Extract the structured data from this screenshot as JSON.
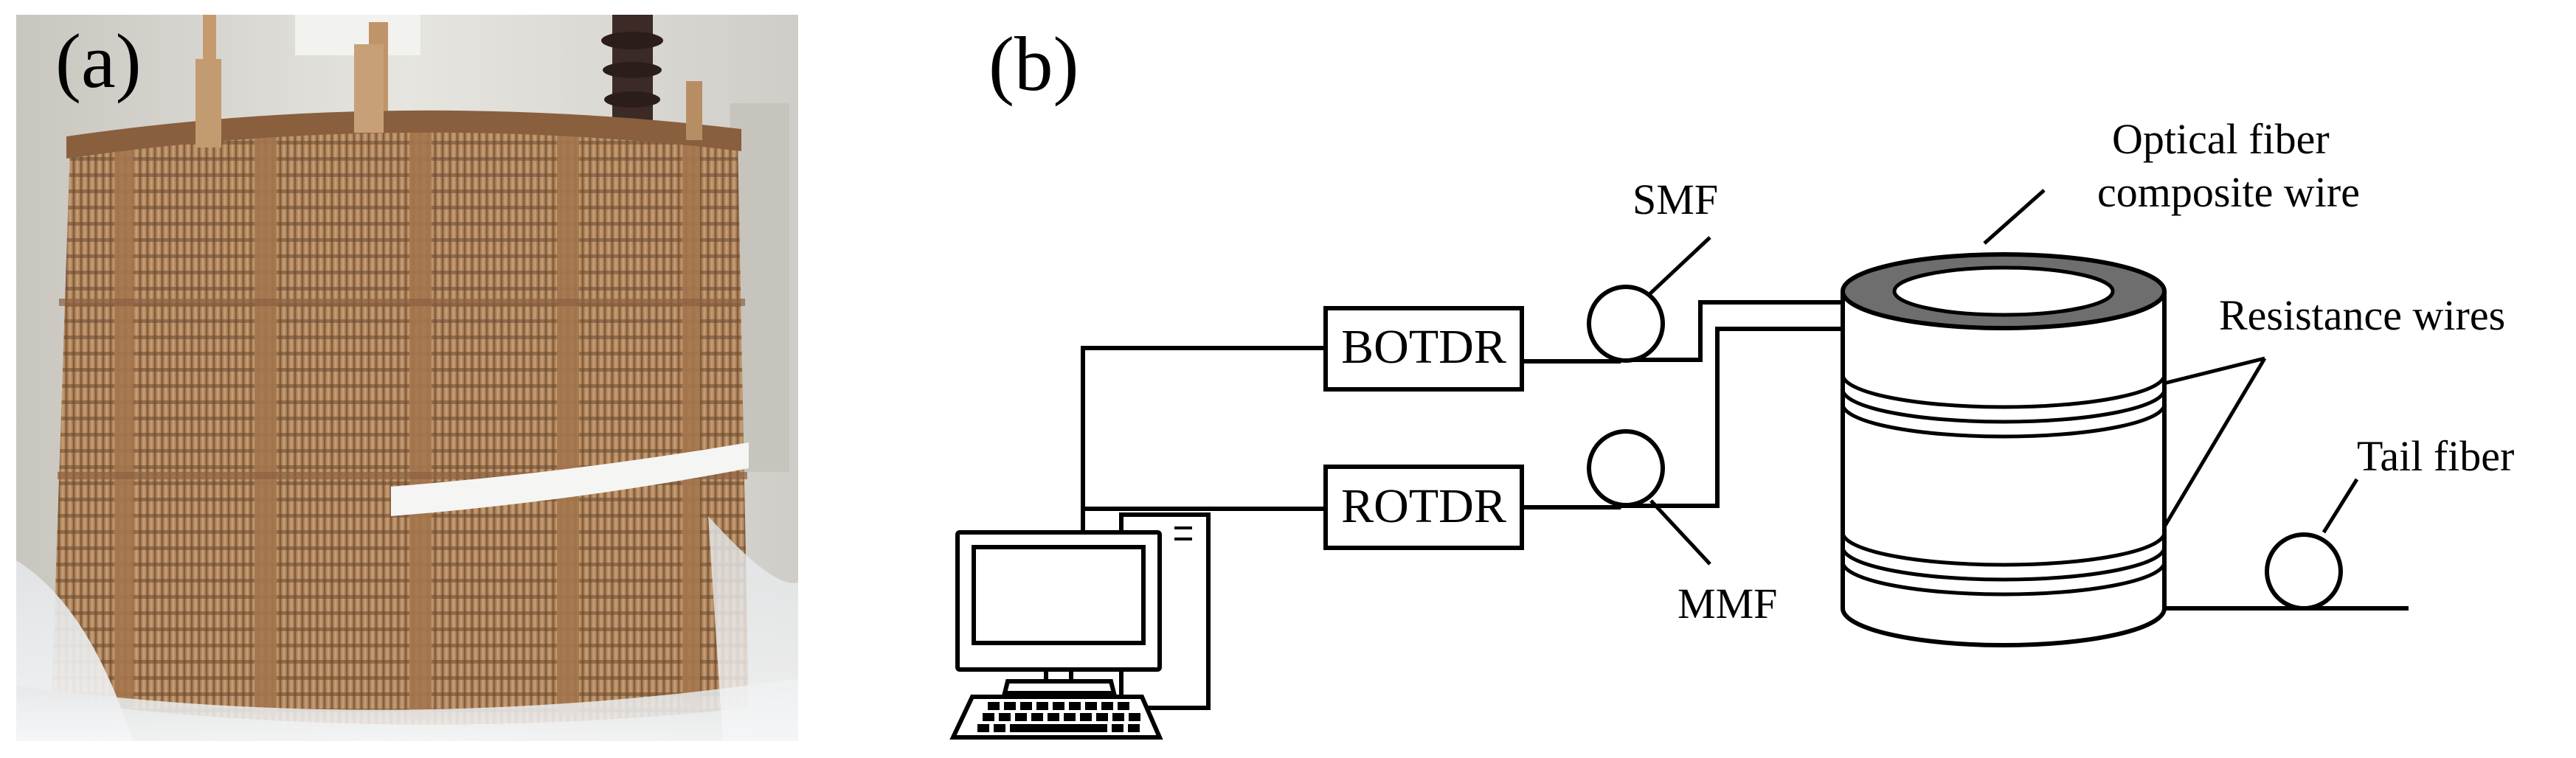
{
  "panels": {
    "a": {
      "label": "(a)"
    },
    "b": {
      "label": "(b)"
    }
  },
  "diagram": {
    "instruments": {
      "botdr": "BOTDR",
      "rotdr": "ROTDR"
    },
    "fibers": {
      "smf": "SMF",
      "mmf": "MMF",
      "tail": "Tail fiber"
    },
    "winding": {
      "composite_wire_line1": "Optical fiber",
      "composite_wire_line2": "composite wire",
      "resistance_wires": "Resistance wires"
    }
  },
  "colors": {
    "line": "#000000",
    "background": "#ffffff",
    "winding_top": "#6e6e6e",
    "photo_backdrop": "#d9d9d6",
    "cardboard": "#b88e66",
    "cardboard_dark": "#7f5a3c",
    "plastic": "#eceef0"
  },
  "icons": [
    "computer-monitor-icon",
    "computer-tower-icon",
    "keyboard-icon",
    "fiber-coil-icon"
  ]
}
